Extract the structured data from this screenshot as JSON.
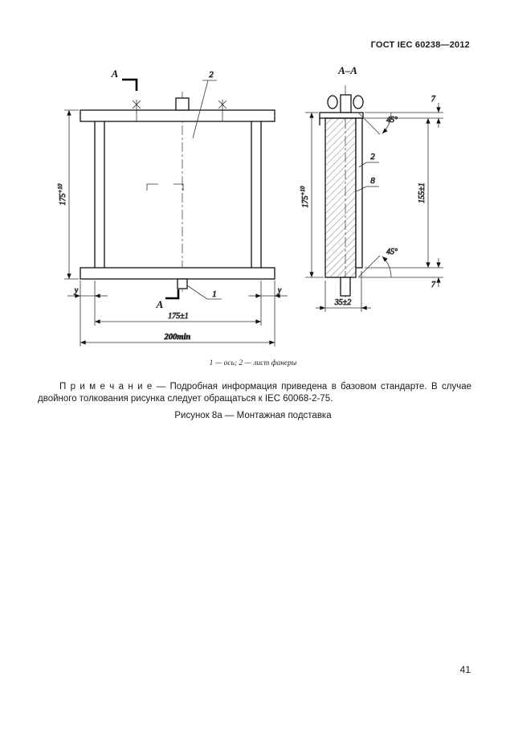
{
  "page": {
    "header": "ГОСТ IEC 60238—2012",
    "page_number": "41"
  },
  "figure": {
    "legend": "1 — ось; 2 — лист фанеры",
    "note": "П р и м е ч а н и е — Подробная информация приведена в базовом стандарте. В случае двойного толкования рисунка следует обращаться к IEC 60068-2-75.",
    "caption": "Рисунок 8а — Монтажная подставка"
  },
  "front_view": {
    "section_letter_top": "А",
    "section_letter_bottom": "А",
    "label_sheet": "2",
    "label_axis": "1",
    "dim_height_base": "175",
    "dim_height_tol": "+10",
    "dim_inner_width": "175±1",
    "dim_outer_width": "200min",
    "dim_y_left": "y",
    "dim_y_right": "y"
  },
  "section_view": {
    "title": "А–А",
    "dim_height_base": "175",
    "dim_height_tol": "+10",
    "dim_right": "155±1",
    "dim_top": "7",
    "dim_bottom": "7",
    "angle_top": "45°",
    "angle_bottom": "45°",
    "label_thickness": "2",
    "label_dia": "8",
    "dim_width": "35±2"
  }
}
